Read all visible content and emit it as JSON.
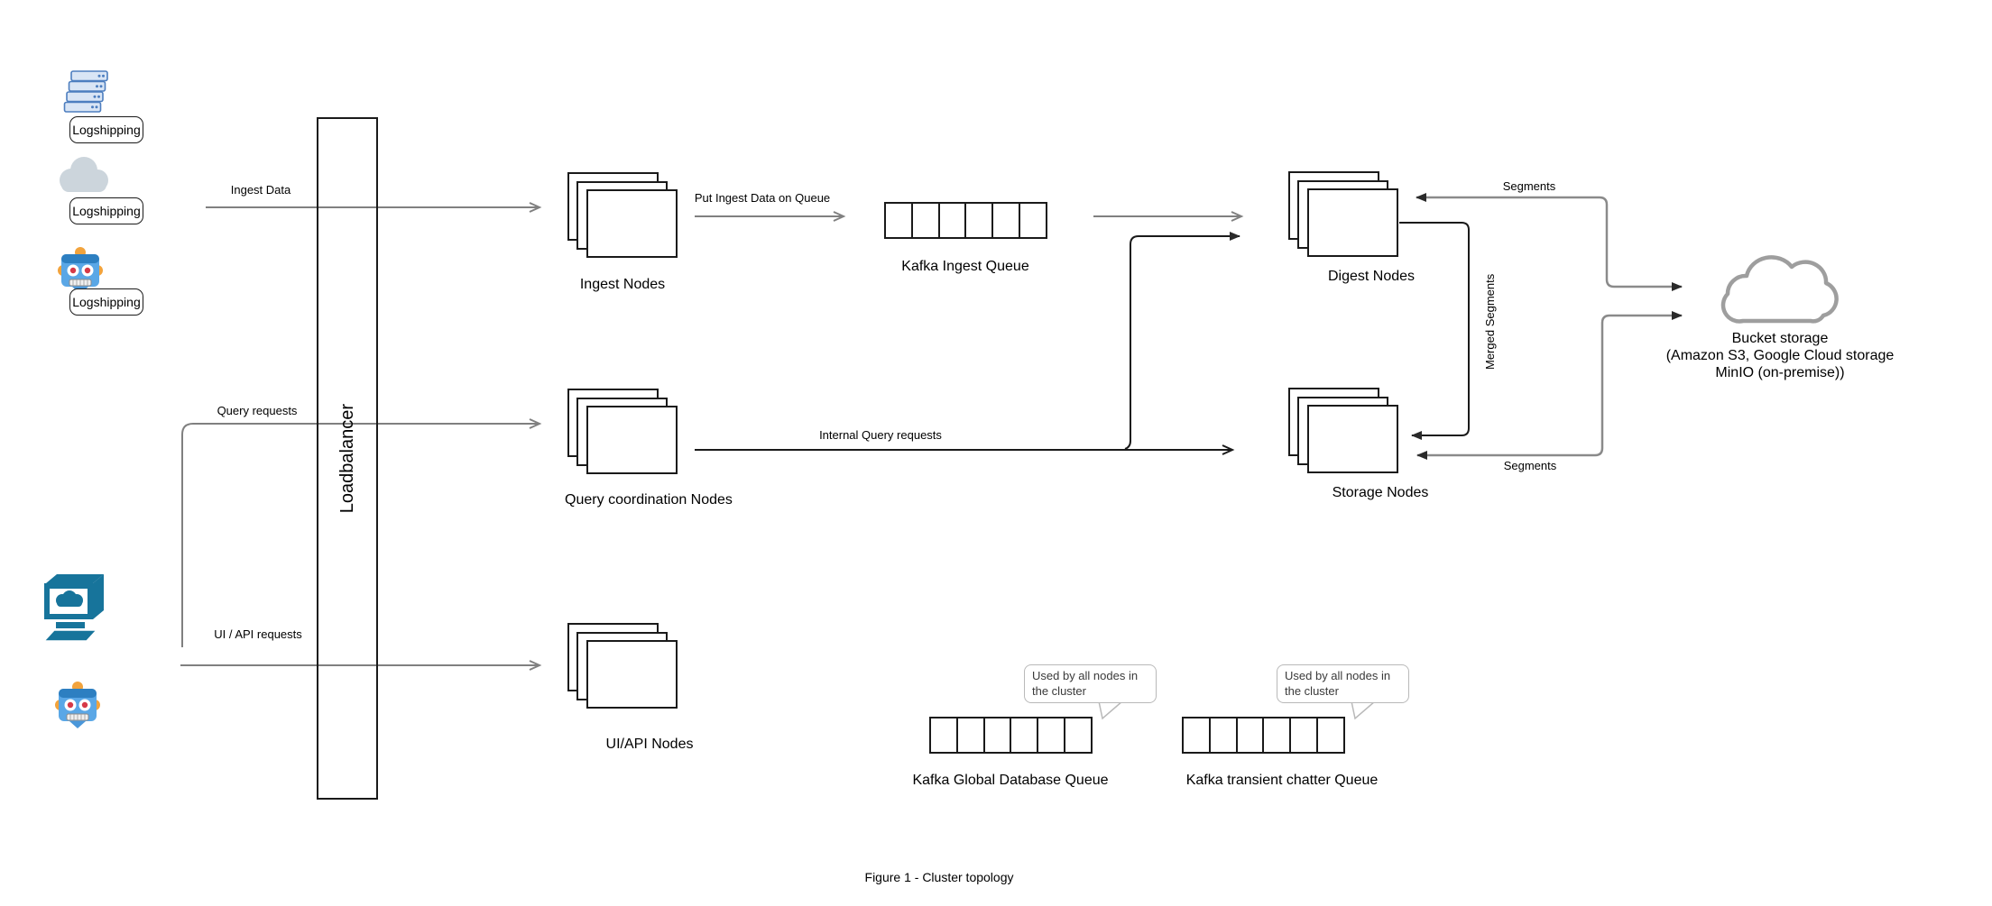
{
  "caption": "Figure 1 - Cluster topology",
  "logshipping": {
    "label1": "Logshipping",
    "label2": "Logshipping",
    "label3": "Logshipping"
  },
  "loadbalancer": {
    "label": "Loadbalancer"
  },
  "nodes": {
    "ingest": {
      "label": "Ingest Nodes"
    },
    "query": {
      "label": "Query coordination Nodes"
    },
    "uiapi": {
      "label": "UI/API Nodes"
    },
    "digest": {
      "label": "Digest Nodes"
    },
    "storage": {
      "label": "Storage Nodes"
    }
  },
  "queues": {
    "ingest": {
      "label": "Kafka Ingest Queue",
      "cells": 6
    },
    "global_db": {
      "label": "Kafka Global Database Queue",
      "cells": 6,
      "callout": "Used by all nodes in the cluster"
    },
    "chatter": {
      "label": "Kafka transient chatter Queue",
      "cells": 6,
      "callout": "Used by all nodes in the cluster"
    }
  },
  "bucket": {
    "title": "Bucket storage",
    "line2": "(Amazon S3, Google Cloud storage",
    "line3": "MinIO (on-premise))"
  },
  "edges": {
    "ingest_data": "Ingest Data",
    "put_ingest": "Put Ingest Data on Queue",
    "query_requests": "Query requests",
    "uiapi_requests": "UI / API requests",
    "internal_query": "Internal Query requests",
    "segments_digest": "Segments",
    "segments_storage": "Segments",
    "merged_segments": "Merged Segments"
  },
  "colors": {
    "line_gray": "#808080",
    "line_black": "#1a1a1a",
    "cloud_stroke": "#9e9e9e",
    "callout_border": "#b9b9b9",
    "robot_blue": "#5aa7e6",
    "terminal_teal": "#17749b",
    "server_blue": "#4d7ebf"
  }
}
